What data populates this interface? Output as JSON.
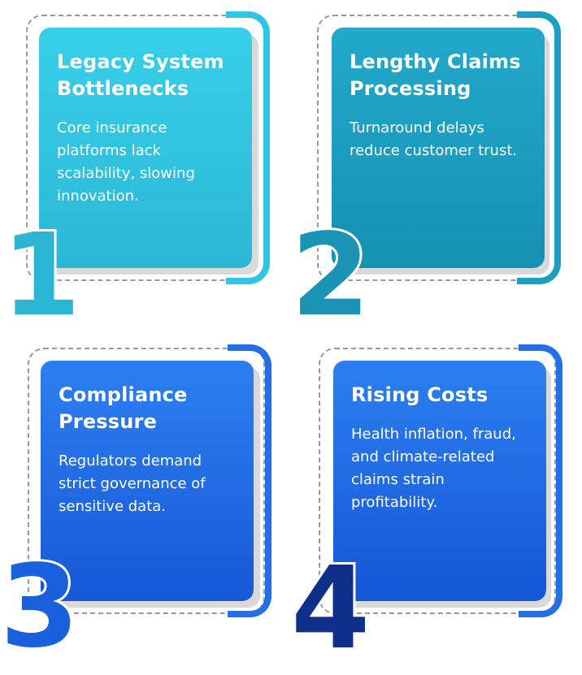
{
  "cards": [
    {
      "number": "1",
      "title": "Legacy System Bottlenecks",
      "body": "Core insurance platforms lack scalability, slowing innovation."
    },
    {
      "number": "2",
      "title": "Lengthy Claims Processing",
      "body": "Turnaround delays reduce customer trust."
    },
    {
      "number": "3",
      "title": "Compliance Pressure",
      "body": "Regulators demand strict governance of sensitive data."
    },
    {
      "number": "4",
      "title": "Rising Costs",
      "body": "Health inflation, fraud, and climate-related claims strain profitability."
    }
  ],
  "colors": {
    "card1": "#38cfe9",
    "card2": "#22a9cb",
    "card3": "#2d7ff0",
    "card4": "#2d7ff0",
    "number4": "#0f2f8a"
  }
}
